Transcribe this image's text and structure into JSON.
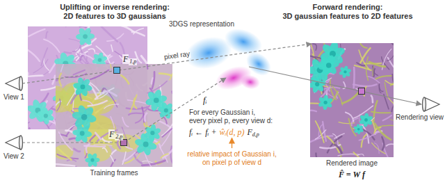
{
  "diagram": {
    "nodes": [
      {
        "text": [
          "Training frames"
        ]
      },
      {
        "text": [
          "Rendered image"
        ]
      }
    ],
    "labels": [
      "Uplifting or inverse rendering:",
      "2D features to 3D gaussians",
      "Forward rendering:",
      "3D gaussian features to 2D features",
      "3DGS representation",
      "pixel ray",
      "F",
      "1,p",
      "F",
      "2,p",
      "fᵢ",
      "View 1",
      "View 2",
      "For every Gaussian i,",
      "every pixel p, every view d:",
      "fᵢ ← fᵢ +",
      "ŵᵢ(d, p)",
      "F",
      "d,p",
      "relative impact of Gaussian i,",
      "on pixel p of view d",
      "Rendering view",
      "F̂ = W f"
    ]
  }
}
